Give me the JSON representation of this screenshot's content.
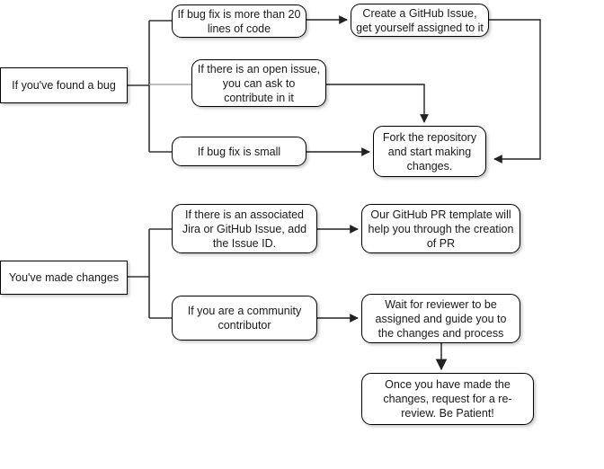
{
  "diagram": {
    "title": "Contribution workflow flowchart",
    "background_color": "#ffffff",
    "node_fill": "#ffffff",
    "node_border": "#000000",
    "edge_color": "#333333"
  },
  "nodes": {
    "found_bug": "If you've found a bug",
    "bugfix_large": "If bug fix is more than 20 lines of code",
    "open_issue": "If there is an open issue, you can ask to contribute in it",
    "bugfix_small": "If bug fix is small",
    "create_issue": "Create a GitHub Issue, get yourself assigned to it",
    "fork_repo": "Fork the repository and start making changes.",
    "made_changes": "You've made changes",
    "jira_issue": "If there is an associated Jira or GitHub Issue, add the Issue ID.",
    "community": "If you are a community contributor",
    "pr_template": "Our GitHub PR template will help you through the creation of PR",
    "wait_reviewer": "Wait for reviewer to be assigned and guide you to the changes and process",
    "re_review": "Once you have made the changes, request for a re-review. Be Patient!"
  },
  "edges": [
    {
      "from": "found_bug",
      "to": "bugfix_large",
      "label": ""
    },
    {
      "from": "found_bug",
      "to": "open_issue",
      "label": ""
    },
    {
      "from": "found_bug",
      "to": "bugfix_small",
      "label": ""
    },
    {
      "from": "bugfix_large",
      "to": "create_issue",
      "label": ""
    },
    {
      "from": "create_issue",
      "to": "fork_repo",
      "label": ""
    },
    {
      "from": "open_issue",
      "to": "fork_repo",
      "label": ""
    },
    {
      "from": "bugfix_small",
      "to": "fork_repo",
      "label": ""
    },
    {
      "from": "made_changes",
      "to": "jira_issue",
      "label": ""
    },
    {
      "from": "made_changes",
      "to": "community",
      "label": ""
    },
    {
      "from": "jira_issue",
      "to": "pr_template",
      "label": ""
    },
    {
      "from": "community",
      "to": "wait_reviewer",
      "label": ""
    },
    {
      "from": "wait_reviewer",
      "to": "re_review",
      "label": ""
    }
  ]
}
